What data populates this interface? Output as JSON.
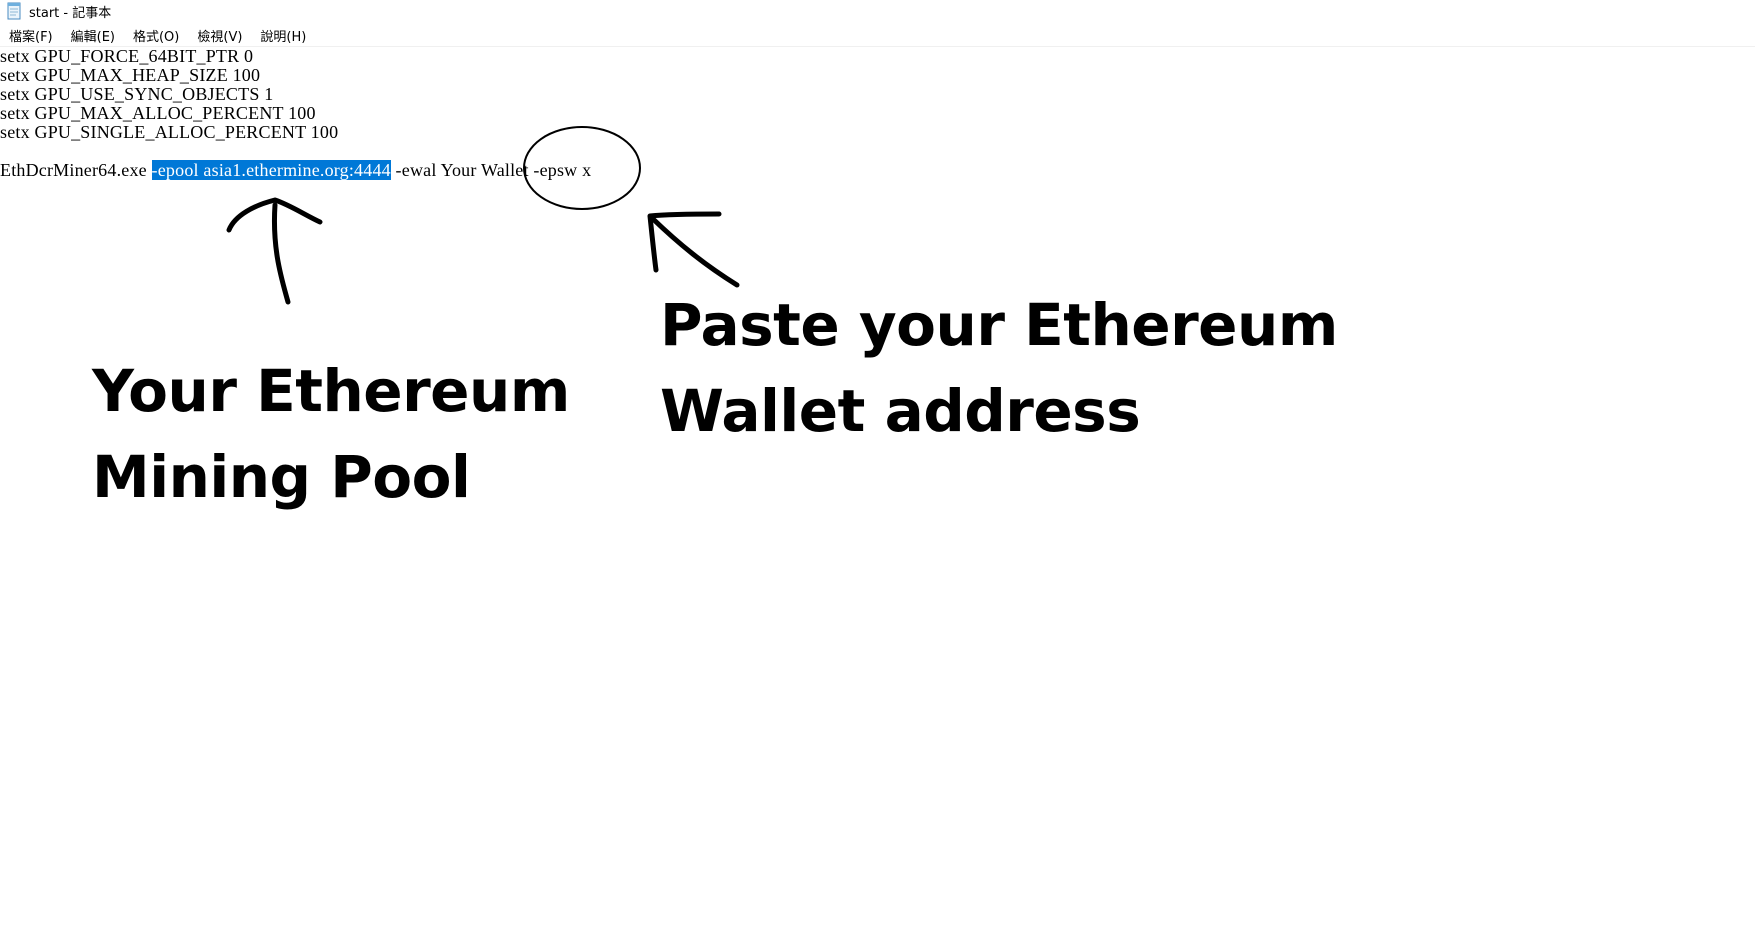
{
  "window": {
    "title": "start - 記事本"
  },
  "menu": {
    "items": [
      {
        "label": "檔案(F)"
      },
      {
        "label": "編輯(E)"
      },
      {
        "label": "格式(O)"
      },
      {
        "label": "檢視(V)"
      },
      {
        "label": "說明(H)"
      }
    ]
  },
  "editor": {
    "lines": [
      "setx GPU_FORCE_64BIT_PTR 0",
      "setx GPU_MAX_HEAP_SIZE 100",
      "setx GPU_USE_SYNC_OBJECTS 1",
      "setx GPU_MAX_ALLOC_PERCENT 100",
      "setx GPU_SINGLE_ALLOC_PERCENT 100"
    ],
    "command": {
      "exe": "EthDcrMiner64.exe ",
      "selected": "-epool asia1.ethermine.org:4444",
      "ewal": " -ewal ",
      "wallet": "Your Wallet",
      "tail": " -epsw x"
    }
  },
  "annotations": {
    "pool": {
      "line1": "Your Ethereum",
      "line2": "Mining Pool"
    },
    "wallet": {
      "line1": "Paste your Ethereum",
      "line2": "Wallet address"
    }
  },
  "colors": {
    "selection": "#0078d7",
    "text": "#000000",
    "background": "#ffffff"
  },
  "icons": {
    "app": "notepad-icon"
  }
}
